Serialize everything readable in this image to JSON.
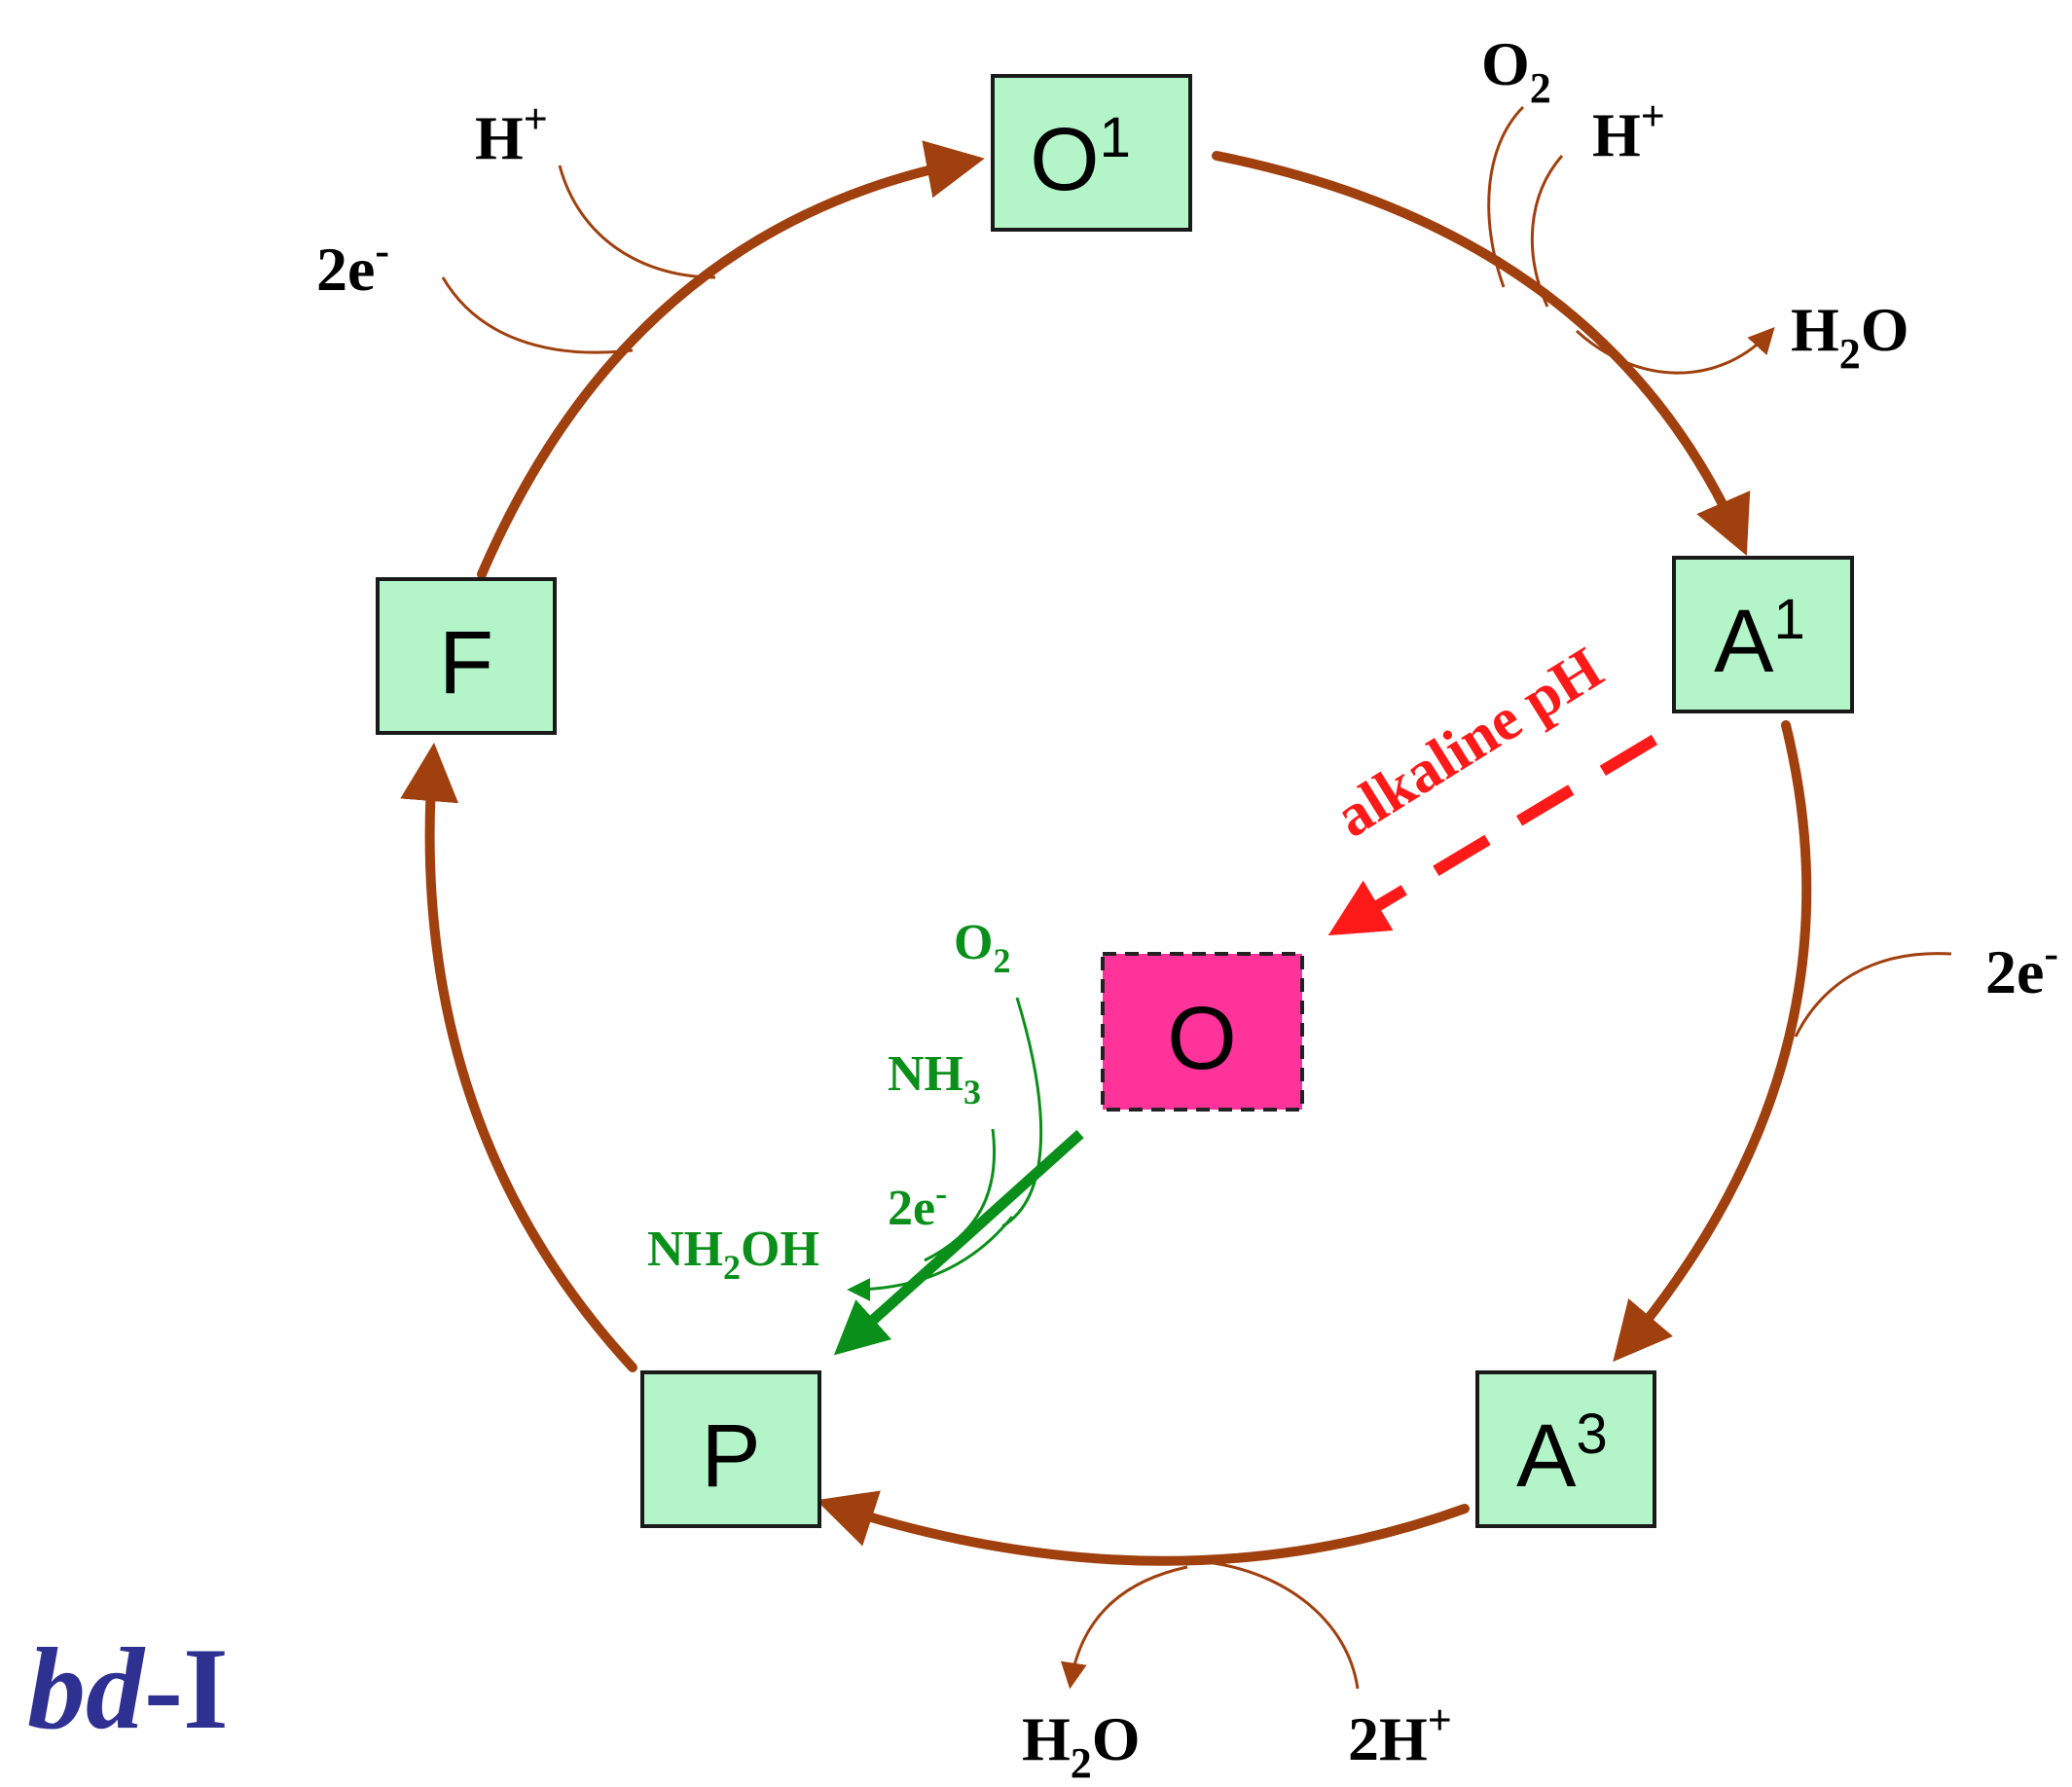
{
  "colors": {
    "cycle": "#a0400f",
    "box_fill": "#b3f5c9",
    "box_stroke": "#1a1a1a",
    "center_fill": "#ff3399",
    "green": "#0a8f1a",
    "red": "#ff1a1a",
    "title": "#2e3192"
  },
  "states": {
    "o1": {
      "main": "O",
      "sup": "1"
    },
    "a1": {
      "main": "A",
      "sup": "1"
    },
    "a3": {
      "main": "A",
      "sup": "3"
    },
    "p": {
      "main": "P"
    },
    "f": {
      "main": "F"
    },
    "o_center": {
      "main": "O"
    }
  },
  "labels": {
    "top_left_h": {
      "main": "H",
      "sup": "+"
    },
    "top_left_2e": {
      "main": "2e",
      "sup": "-"
    },
    "top_right_o2": {
      "main": "O",
      "sub": "2"
    },
    "top_right_h": {
      "main": "H",
      "sup": "+"
    },
    "top_right_h2o": {
      "main": "H",
      "sub": "2",
      "tail": "O"
    },
    "right_2e": {
      "main": "2e",
      "sup": "-"
    },
    "bottom_h2o": {
      "main": "H",
      "sub": "2",
      "tail": "O"
    },
    "bottom_2h": {
      "main": "2H",
      "sup": "+"
    },
    "alkaline": "alkaline pH",
    "green_o2": {
      "main": "O",
      "sub": "2"
    },
    "green_nh3": {
      "main": "NH",
      "sub": "3"
    },
    "green_2e": {
      "main": "2e",
      "sup": "-"
    },
    "green_nh2oh": {
      "main": "NH",
      "sub": "2",
      "tail": "OH"
    }
  },
  "title": {
    "italic": "bd",
    "rest": "-I"
  }
}
